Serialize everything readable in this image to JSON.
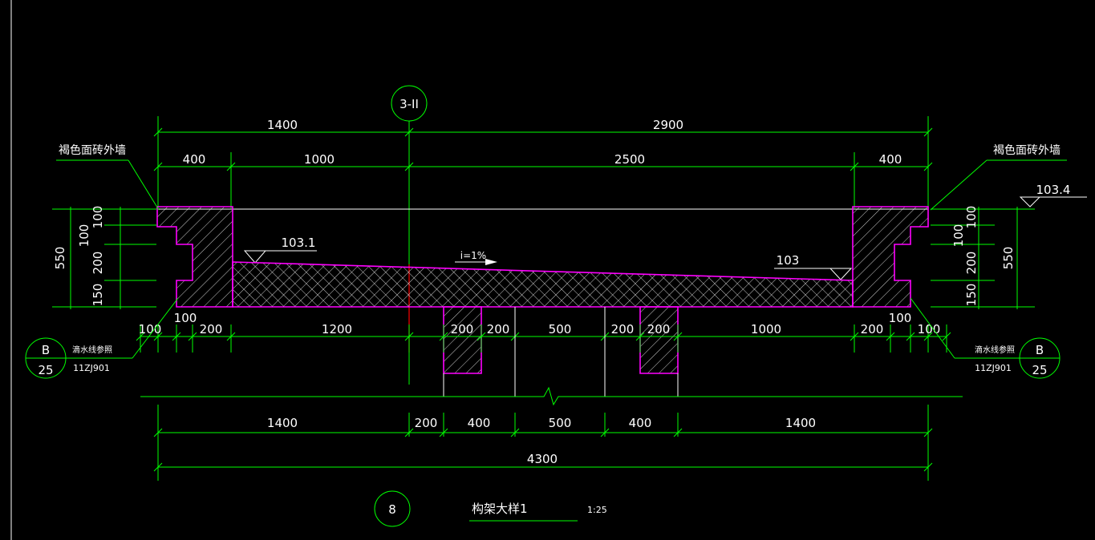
{
  "drawing": {
    "title": "构架大样1",
    "scale": "1:25",
    "detail_number": "8",
    "axis_label": "3-II",
    "left_wall_note": "褐色面砖外墙",
    "right_wall_note": "褐色面砖外墙",
    "drip_note_left": "滴水线参照",
    "drip_note_right": "滴水线参照",
    "drip_ref_left": "11ZJ901",
    "drip_ref_right": "11ZJ901",
    "ref_left_top": "B",
    "ref_left_bottom": "25",
    "ref_right_top": "B",
    "ref_right_bottom": "25",
    "slope": "i=1%",
    "elev_right": "103.4",
    "elev_mid_left": "103.1",
    "elev_mid_right": "103"
  },
  "dimensions": {
    "top_row1": [
      "1400",
      "2900"
    ],
    "top_row2": [
      "400",
      "1000",
      "2500",
      "400"
    ],
    "left_total": "550",
    "left_parts": [
      "100",
      "100",
      "200",
      "150"
    ],
    "right_total": "550",
    "right_parts": [
      "100",
      "100",
      "200",
      "150"
    ],
    "mid_row": [
      "100",
      "100",
      "200",
      "1200",
      "200",
      "200",
      "500",
      "200",
      "200",
      "1000",
      "200",
      "100",
      "100"
    ],
    "bottom_row1": [
      "1400",
      "200",
      "400",
      "500",
      "400",
      "1400"
    ],
    "bottom_total": "4300"
  },
  "colors": {
    "background": "#000000",
    "dimension_lines": "#00ff00",
    "outline": "#ff00ff",
    "hatch": "#ffffff",
    "axis": "#ff0000"
  }
}
